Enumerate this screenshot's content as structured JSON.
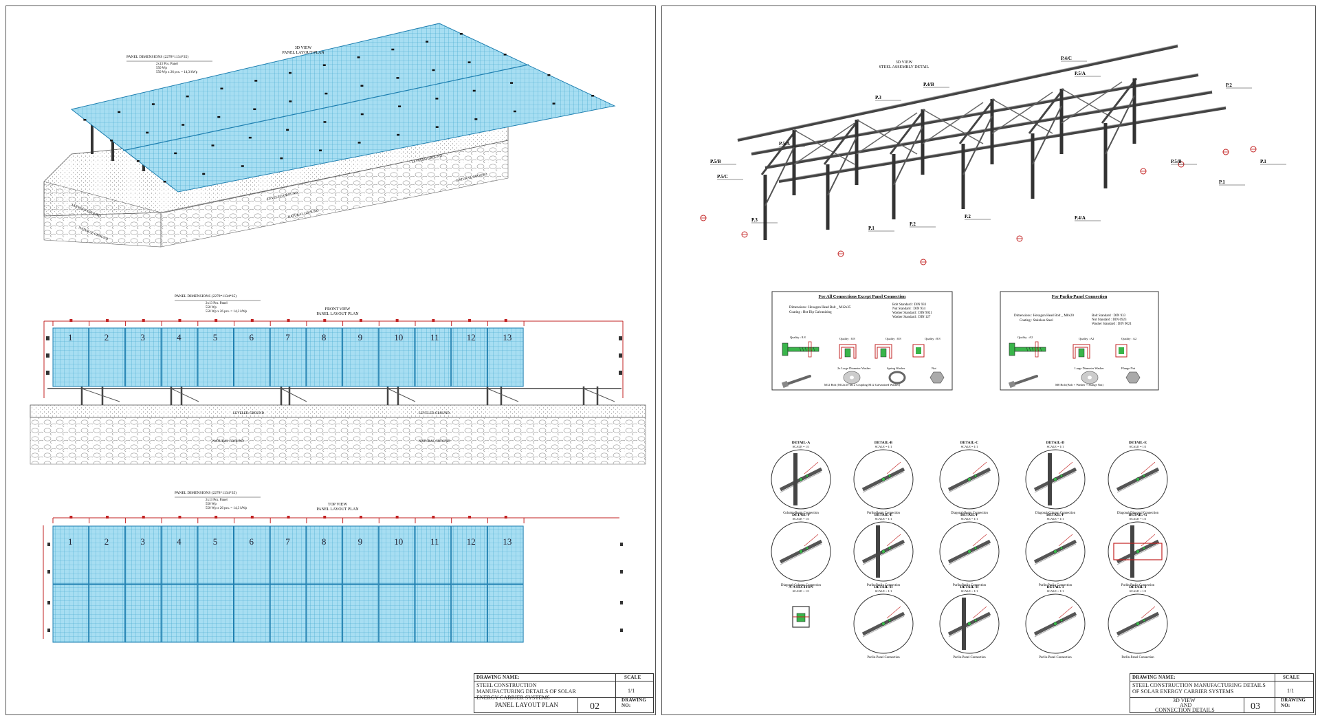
{
  "left_sheet": {
    "views": {
      "view_3d": {
        "title": "3D VIEW",
        "subtitle": "PANEL LAYOUT PLAN",
        "dims": [
          "PANEL DIMENSIONS (2278*1134*35)",
          "2x13 Pcs. Panel",
          "550 Wp",
          "550 Wp x 26 pcs. = 14,3 kWp"
        ],
        "ground": [
          "LEVELED GROUND",
          "NATURAL GROUND",
          "LEVELED GROUND",
          "NATURAL GROUND",
          "LEVELED GROUND",
          "NATURAL GROUND"
        ]
      },
      "front": {
        "title": "FRONT VIEW",
        "subtitle": "PANEL LAYOUT PLAN",
        "dims": [
          "PANEL DIMENSIONS (2278*1134*35)",
          "2x13 Pcs. Panel",
          "550 Wp",
          "550 Wp x 26 pcs. = 14,3 kWp"
        ],
        "panel_numbers": [
          "1",
          "2",
          "3",
          "4",
          "5",
          "6",
          "7",
          "8",
          "9",
          "10",
          "11",
          "12",
          "13"
        ],
        "ground": [
          "LEVELED GROUND",
          "LEVELED GROUND",
          "NATURAL GROUND",
          "NATURAL GROUND"
        ]
      },
      "top": {
        "title": "TOP VIEW",
        "subtitle": "PANEL LAYOUT PLAN",
        "dims": [
          "PANEL DIMENSIONS (2278*1134*35)",
          "2x13 Pcs. Panel",
          "550 Wp",
          "550 Wp x 26 pcs. = 14,3 kWp"
        ],
        "panel_numbers": [
          "1",
          "2",
          "3",
          "4",
          "5",
          "6",
          "7",
          "8",
          "9",
          "10",
          "11",
          "12",
          "13"
        ]
      }
    },
    "title_block": {
      "drawing_name_label": "DRAWING NAME:",
      "scale_label": "SCALE",
      "drawing_name": "STEEL CONSTRUCTION MANUFACTURING DETAILS OF SOLAR ENERGY CARRIER SYSTEMS",
      "scale": "1/1",
      "sheet_title": "PANEL LAYOUT PLAN",
      "drawing_no_label": "DRAWING NO:",
      "drawing_no": "02"
    }
  },
  "right_sheet": {
    "views": {
      "view_3d": {
        "title": "3D VIEW",
        "subtitle": "STEEL ASSEMBLY DETAIL",
        "part_labels": [
          "P.4/C",
          "P.5/A",
          "P.4/B",
          "P.3",
          "P.5/A",
          "P.5/C",
          "P.2",
          "P.5/B",
          "P.1",
          "P.3",
          "P.5/B",
          "P.1",
          "P.2",
          "P.2",
          "P.4/A",
          "P.1"
        ]
      },
      "bolts": [
        {
          "heading": "For All Connections Except Panel Connection",
          "lines": [
            "Dimensions : Hexagon Head Bolt _ M12x35",
            "Coating : Hot Dip Galvanizing"
          ],
          "standards": [
            "Bolt Standard : DIN 933",
            "Nut Standard : DIN 934",
            "Washer Standard : DIN 9021",
            "Washer Standard : DIN 127"
          ],
          "quality": [
            "Quality : 8.8",
            "Quality : 8.8",
            "Quality : 8.8",
            "Quality : 8.8"
          ],
          "parts": [
            "2x Large Diameter Washer",
            "Spring Washer",
            "Nut"
          ],
          "footer": "M12 Bolt (M12x35-M12 Coupling M12 Galvanized Washer)"
        },
        {
          "heading": "For Purlin-Panel Connection",
          "lines": [
            "Dimensions : Hexagon Head Bolt _ M8x20",
            "Coating : Stainless Steel"
          ],
          "standards": [
            "Bolt Standard : DIN 933",
            "Nut Standard : DIN 6923",
            "Washer Standard : DIN 9021"
          ],
          "quality": [
            "Quality : A2",
            "Quality : A2",
            "Quality : A2"
          ],
          "parts": [
            "Large Diameter Washer",
            "Flange Nut"
          ],
          "footer": "M8 Bolt (Bolt + Washer + Flange Nut)"
        }
      ],
      "details": [
        {
          "title": "DETAIL-A",
          "scale": "SCALE = 1/1",
          "caption": "Column-Beam Connection"
        },
        {
          "title": "DETAIL-B",
          "scale": "SCALE = 1/1",
          "caption": "Purlin-Beam Connection"
        },
        {
          "title": "DETAIL-C",
          "scale": "SCALE = 1/1",
          "caption": "Diagonal-Beam Connection"
        },
        {
          "title": "DETAIL-D",
          "scale": "SCALE = 1/1",
          "caption": "Diagonal-Column Connection"
        },
        {
          "title": "DETAIL-E",
          "scale": "SCALE = 1/1",
          "caption": "Diagonal-Diagonal Connection"
        },
        {
          "title": "DETAIL-F",
          "scale": "SCALE = 1/1",
          "caption": "Diagonal-Column Connection"
        },
        {
          "title": "DETAIL-E",
          "scale": "SCALE = 1/1",
          "caption": "Purlin-Purlin Connection"
        },
        {
          "title": "DETAIL-F",
          "scale": "SCALE = 1/1",
          "caption": "Purlin-Purlin Connection"
        },
        {
          "title": "DETAIL-F",
          "scale": "SCALE = 1/1",
          "caption": "Purlin-Purlin Connection"
        },
        {
          "title": "DETAIL-G",
          "scale": "SCALE = 1/1",
          "caption": "Purlin-Purlin Connection"
        },
        {
          "title": "A-A SECTION",
          "scale": "SCALE = 1/1",
          "caption": ""
        },
        {
          "title": "DETAIL-H",
          "scale": "SCALE = 1/1",
          "caption": "Purlin-Panel Connection"
        },
        {
          "title": "DETAIL-H",
          "scale": "SCALE = 1/1",
          "caption": "Purlin-Panel Connection"
        },
        {
          "title": "DETAIL-I",
          "scale": "SCALE = 1/1",
          "caption": "Purlin-Panel Connection"
        },
        {
          "title": "DETAIL-J",
          "scale": "SCALE = 1/1",
          "caption": "Purlin-Panel Connection"
        }
      ]
    },
    "title_block": {
      "drawing_name_label": "DRAWING NAME:",
      "scale_label": "SCALE",
      "drawing_name": "STEEL CONSTRUCTION MANUFACTURING DETAILS OF SOLAR ENERGY CARRIER SYSTEMS",
      "scale": "1/1",
      "sheet_title_1": "3D VIEW",
      "sheet_title_2": "AND",
      "sheet_title_3": "CONNECTION DETAILS",
      "drawing_no_label": "DRAWING NO:",
      "drawing_no": "03"
    }
  },
  "colors": {
    "panel": "#9fdcf0",
    "panel_grid": "#3fa7cf",
    "panel_frame": "#1e7fb0",
    "dimension": "#c22020",
    "steel": "#555555",
    "bolt_green": "#39b54a",
    "ink": "#222222"
  }
}
